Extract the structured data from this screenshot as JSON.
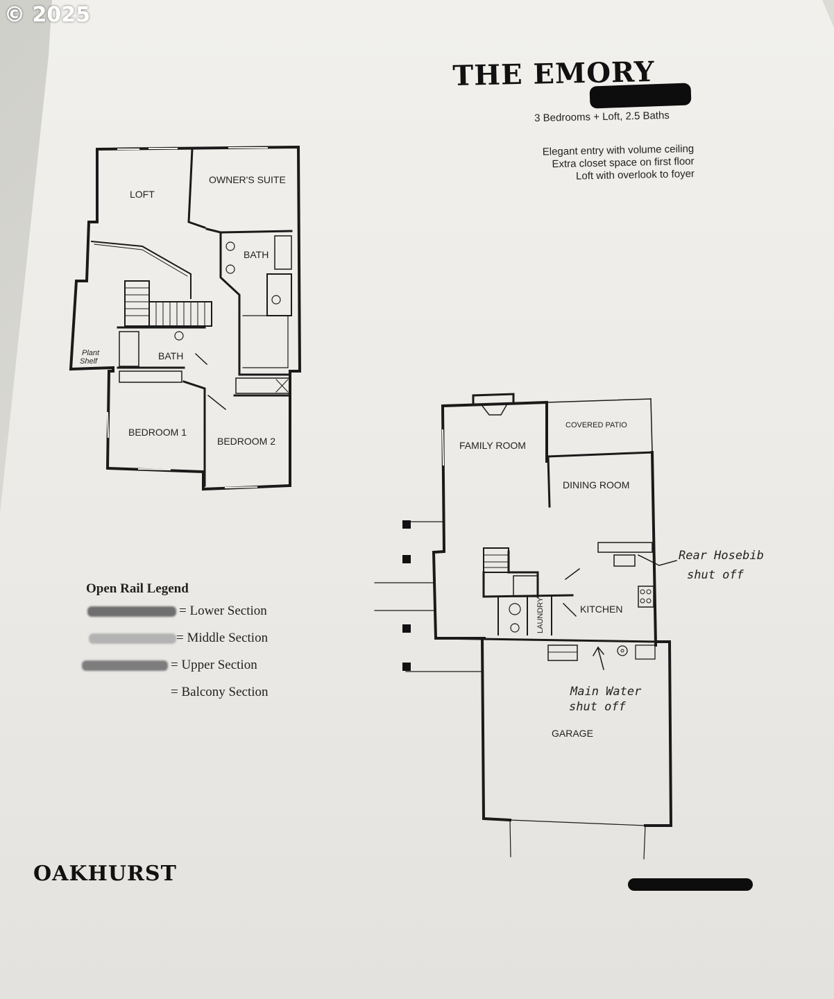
{
  "watermark": "© 2025",
  "header": {
    "title": "THE EMORY",
    "subtitle": "3 Bedrooms + Loft, 2.5 Baths",
    "features": [
      "Elegant entry with volume ceiling",
      "Extra closet space on first floor",
      "Loft with overlook to foyer"
    ]
  },
  "upper_floor": {
    "rooms": {
      "loft": "LOFT",
      "owners_suite": "OWNER'S SUITE",
      "owner_bath": "BATH",
      "hall_bath": "BATH",
      "plant_shelf_1": "Plant",
      "plant_shelf_2": "Shelf",
      "bedroom1": "BEDROOM 1",
      "bedroom2": "BEDROOM 2"
    }
  },
  "main_floor": {
    "rooms": {
      "family_room": "FAMILY ROOM",
      "covered_patio": "COVERED PATIO",
      "dining_room": "DINING ROOM",
      "kitchen": "KITCHEN",
      "laundry": "LAUNDRY",
      "garage": "GARAGE"
    }
  },
  "handwritten": {
    "hose_bib_1": "Rear Hosebib",
    "hose_bib_2": "shut off",
    "water_1": "Main Water",
    "water_2": "shut off"
  },
  "legend": {
    "title": "Open Rail Legend",
    "items": [
      {
        "label": "= Lower Section",
        "swatch": "#6f6f6f"
      },
      {
        "label": "= Middle Section",
        "swatch": "#b3b3b3"
      },
      {
        "label": "= Upper Section",
        "swatch": "#7d7d7d"
      },
      {
        "label": "= Balcony Section",
        "swatch": ""
      }
    ]
  },
  "footer": {
    "brand": "OAKHURST"
  }
}
